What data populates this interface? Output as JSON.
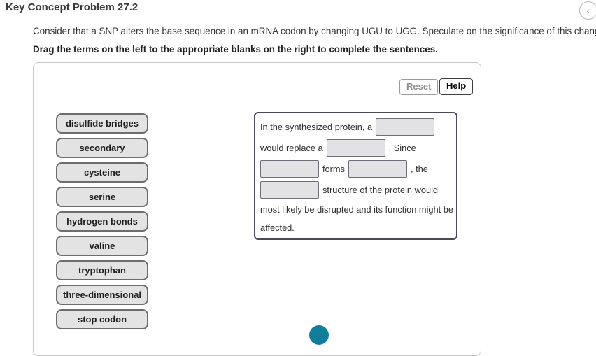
{
  "header": {
    "title": "Key Concept Problem 27.2",
    "collapse_icon": "‹"
  },
  "intro": {
    "question": "Consider that a SNP alters the base sequence in an mRNA codon by changing UGU to UGG. Speculate on the significance of this change.",
    "instruction": "Drag the terms on the left to the appropriate blanks on the right to complete the sentences."
  },
  "toolbar": {
    "reset_label": "Reset",
    "help_label": "Help"
  },
  "terms": [
    "disulfide bridges",
    "secondary",
    "cysteine",
    "serine",
    "hydrogen bonds",
    "valine",
    "tryptophan",
    "three-dimensional",
    "stop codon"
  ],
  "sentence": {
    "line1_text": "In the synthesized protein, a",
    "line2_pre": "would replace a",
    "line2_post": ". Since",
    "line3_mid": "forms",
    "line3_post": ", the",
    "line4_post": "structure of the protein would",
    "line5": "most likely be disrupted and its function might be",
    "line6": "affected."
  },
  "colors": {
    "accent_teal": "#0e7e9b",
    "term_bg": "#e3e3e3",
    "term_border": "#6d6d6d",
    "blank_bg": "#e2e2e4",
    "blank_border": "#6e6e79"
  }
}
